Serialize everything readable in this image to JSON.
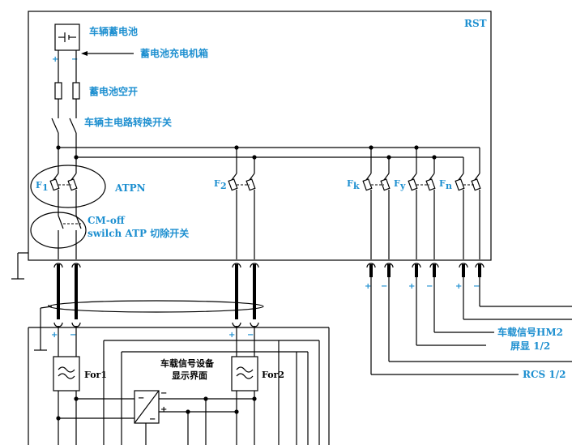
{
  "labels": {
    "rst": "RST",
    "battery": "车辆蓄电池",
    "charger": "蓄电池充电机箱",
    "battery_breaker": "蓄电池空开",
    "main_switch": "车辆主电路转换开关",
    "atpn": "ATPN",
    "cm_off": "CM-off",
    "atp_cutoff": "swilch ATP 切除开关",
    "display_interface_line1": "车载信号设备",
    "display_interface_line2": "显示界面",
    "hm2_line1": "车载信号HM2",
    "hm2_line2": "屏显 1/2",
    "rcs": "RCS 1/2",
    "for1": "For1",
    "for2": "For2"
  },
  "fuses": {
    "f1": "F",
    "f1_sub": "1",
    "f2": "F",
    "f2_sub": "2",
    "fk": "F",
    "fk_sub": "k",
    "fy": "F",
    "fy_sub": "y",
    "fn": "F",
    "fn_sub": "n"
  },
  "polarity": {
    "plus": "+",
    "minus": "−"
  }
}
